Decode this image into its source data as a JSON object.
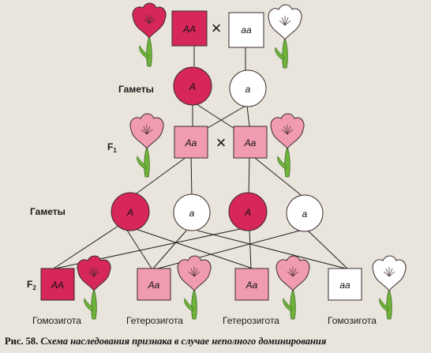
{
  "gametes_label": "Гаметы",
  "f1_label": "F",
  "f1_sub": "1",
  "f2_label": "F",
  "f2_sub": "2",
  "cross_symbol": "×",
  "genotypes": {
    "AA": "AA",
    "aa": "aa",
    "Aa": "Aa",
    "A": "A",
    "a": "a"
  },
  "f2_captions": [
    "Гомозигота",
    "Гетерозигота",
    "Гетерозигота",
    "Гомозигота"
  ],
  "figure_caption": {
    "number": "Рис. 58.",
    "title": "Схема наследования признака в случае неполного доминирования"
  },
  "colors": {
    "dominant": "#d6265a",
    "heterozygous": "#f19bb1",
    "recessive": "#ffffff",
    "stem": "#6fb33b",
    "outline": "#3b2a2a",
    "background": "#e9e4dc"
  }
}
